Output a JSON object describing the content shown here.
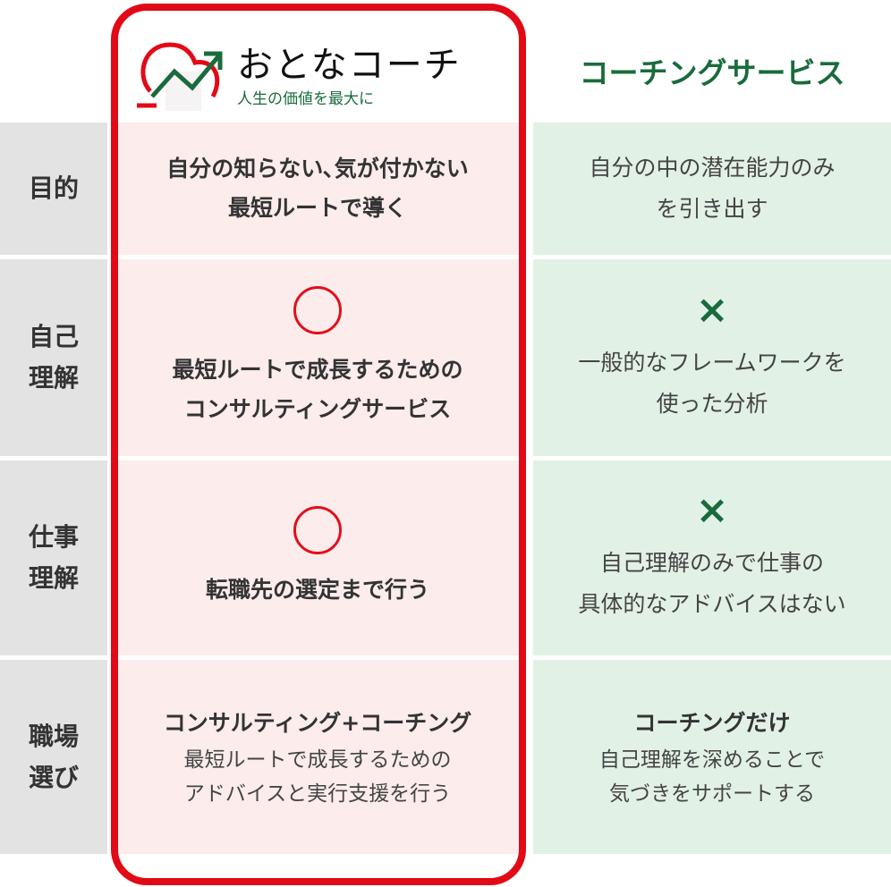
{
  "header": {
    "logo_title": "おとなコーチ",
    "logo_tagline": "人生の価値を最大に",
    "competitor_title": "コーチングサービス"
  },
  "rows": [
    {
      "label": [
        "目的"
      ],
      "ours": {
        "mark": "",
        "title": [],
        "lines": [
          "自分の知らない､気が付かない",
          "最短ルートで導く"
        ]
      },
      "theirs": {
        "mark": "",
        "title": "",
        "lines": [
          "自分の中の潜在能力のみ",
          "を引き出す"
        ]
      }
    },
    {
      "label": [
        "自己",
        "理解"
      ],
      "ours": {
        "mark": "circle",
        "lines": [
          "最短ルートで成長するための",
          "コンサルティングサービス"
        ]
      },
      "theirs": {
        "mark": "×",
        "lines": [
          "一般的なフレームワークを",
          "使った分析"
        ]
      }
    },
    {
      "label": [
        "仕事",
        "理解"
      ],
      "ours": {
        "mark": "circle",
        "lines": [
          "転職先の選定まで行う"
        ]
      },
      "theirs": {
        "mark": "×",
        "lines": [
          "自己理解のみで仕事の",
          "具体的なアドバイスはない"
        ]
      }
    },
    {
      "label": [
        "職場",
        "選び"
      ],
      "ours": {
        "title": "コンサルティング+コーチング",
        "lines": [
          "最短ルートで成長するための",
          "アドバイスと実行支援を行う"
        ]
      },
      "theirs": {
        "title": "コーチングだけ",
        "lines": [
          "自己理解を深めることで",
          "気づきをサポートする"
        ]
      }
    }
  ],
  "colors": {
    "red": "#e20a16",
    "green": "#1a6b3c",
    "pink_bg": "#fcecec",
    "green_bg": "#e2f1e6",
    "gray_bg": "#e3e3e3"
  }
}
